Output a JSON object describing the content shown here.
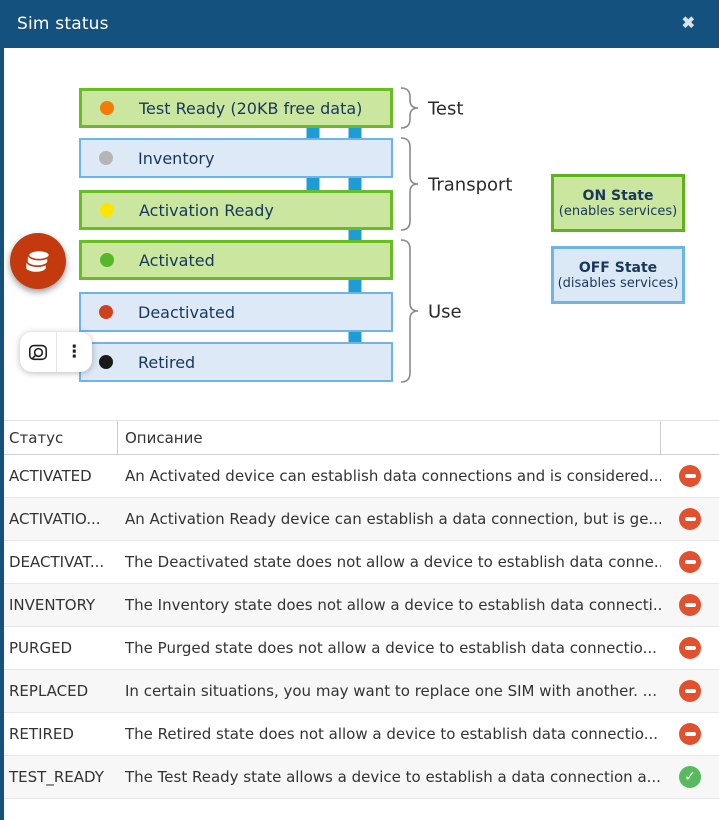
{
  "header": {
    "title": "Sim status",
    "close_glyph": "✖"
  },
  "diagram": {
    "states": [
      {
        "label": "Test Ready (20KB free data)",
        "variant": "on",
        "dot_color": "#f47c06"
      },
      {
        "label": "Inventory",
        "variant": "off",
        "dot_color": "#b5b5b5"
      },
      {
        "label": "Activation Ready",
        "variant": "on",
        "dot_color": "#ffe400"
      },
      {
        "label": "Activated",
        "variant": "on",
        "dot_color": "#56b727"
      },
      {
        "label": "Deactivated",
        "variant": "off",
        "dot_color": "#cf421d"
      },
      {
        "label": "Retired",
        "variant": "off",
        "dot_color": "#1a1a1a"
      }
    ],
    "groups": [
      {
        "label": "Test"
      },
      {
        "label": "Transport"
      },
      {
        "label": "Use"
      }
    ],
    "legend": [
      {
        "title": "ON State",
        "subtitle": "(enables services)",
        "variant": "on"
      },
      {
        "title": "OFF State",
        "subtitle": "(disables services)",
        "variant": "off"
      }
    ],
    "colors": {
      "on_fill": "#cbe79f",
      "on_border": "#69bd24",
      "off_fill": "#dde9f7",
      "off_border": "#6db5e9",
      "arrow": "#1e9cd6",
      "header_blue": "#15517e"
    }
  },
  "overlay": {
    "coin_badge_icon": "coins-icon",
    "tool_icons": {
      "left": "camera-lens-icon",
      "right": "kebab-menu-icon",
      "menu_glyph": "⋮"
    }
  },
  "table": {
    "columns": [
      "Статус",
      "Описание"
    ],
    "icon_colors": {
      "minus": "#e1512f",
      "check": "#58b95e"
    },
    "rows": [
      {
        "status": "ACTIVATED",
        "description": "An Activated device can establish data connections and is considered...",
        "icon": "minus"
      },
      {
        "status": "ACTIVATIO...",
        "description": "An Activation Ready device can establish a data connection, but is ge...",
        "icon": "minus"
      },
      {
        "status": "DEACTIVAT...",
        "description": "The Deactivated state does not allow a device to establish data conne...",
        "icon": "minus"
      },
      {
        "status": "INVENTORY",
        "description": "The Inventory state does not allow a device to establish data connecti...",
        "icon": "minus"
      },
      {
        "status": "PURGED",
        "description": "The Purged state does not allow a device to establish data connectio...",
        "icon": "minus"
      },
      {
        "status": "REPLACED",
        "description": "In certain situations, you may want to replace one SIM with another. ...",
        "icon": "minus"
      },
      {
        "status": "RETIRED",
        "description": "The Retired state does not allow a device to establish data connectio...",
        "icon": "minus"
      },
      {
        "status": "TEST_READY",
        "description": "The Test Ready state allows a device to establish a data connection a...",
        "icon": "check"
      }
    ]
  }
}
